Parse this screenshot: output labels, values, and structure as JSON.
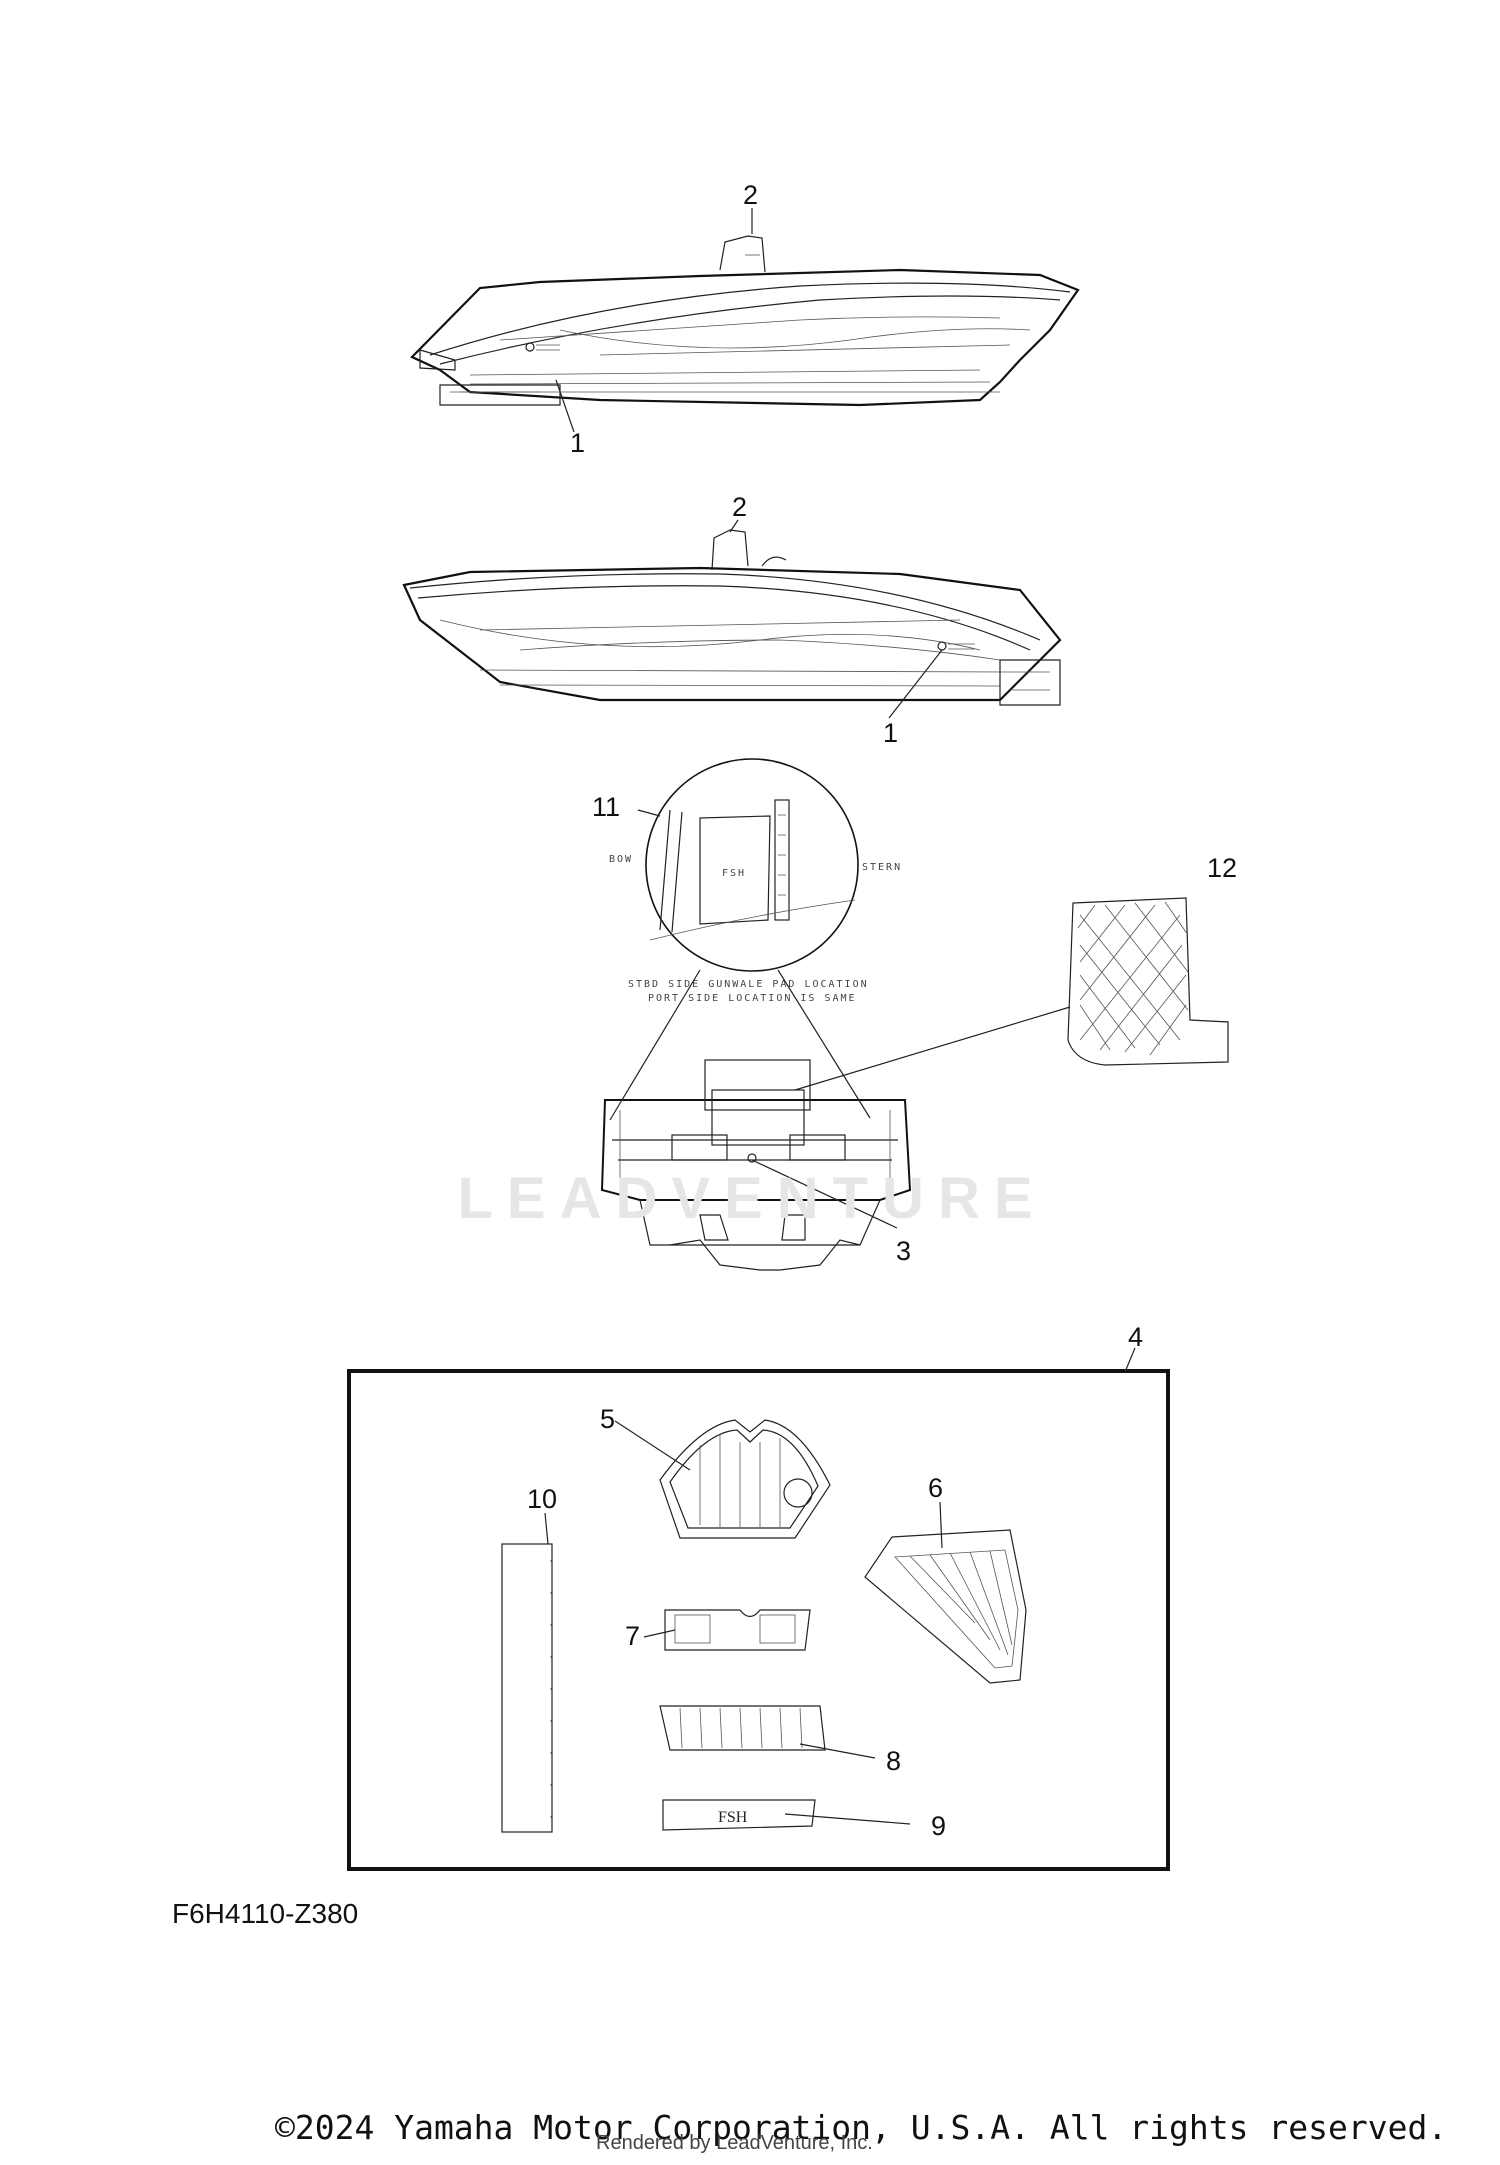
{
  "callouts": {
    "c1_top": "1",
    "c2_top": "2",
    "c1_mid": "1",
    "c2_mid": "2",
    "c11": "11",
    "c12": "12",
    "c3": "3",
    "c4": "4",
    "c5": "5",
    "c6": "6",
    "c7": "7",
    "c8": "8",
    "c9": "9",
    "c10": "10"
  },
  "detail_labels": {
    "bow": "BOW",
    "stern": "STERN",
    "pad_badge": "FSH",
    "note_line1": "STBD SIDE GUNWALE PAD LOCATION",
    "note_line2": "PORT SIDE LOCATION IS SAME"
  },
  "part_labels": {
    "part9_badge": "FSH"
  },
  "watermark": "LEADVENTURE",
  "diagram_code": "F6H4110-Z380",
  "copyright": "©2024 Yamaha Motor Corporation, U.S.A. All rights reserved.",
  "rendered_by": "Rendered by LeadVenture, Inc."
}
